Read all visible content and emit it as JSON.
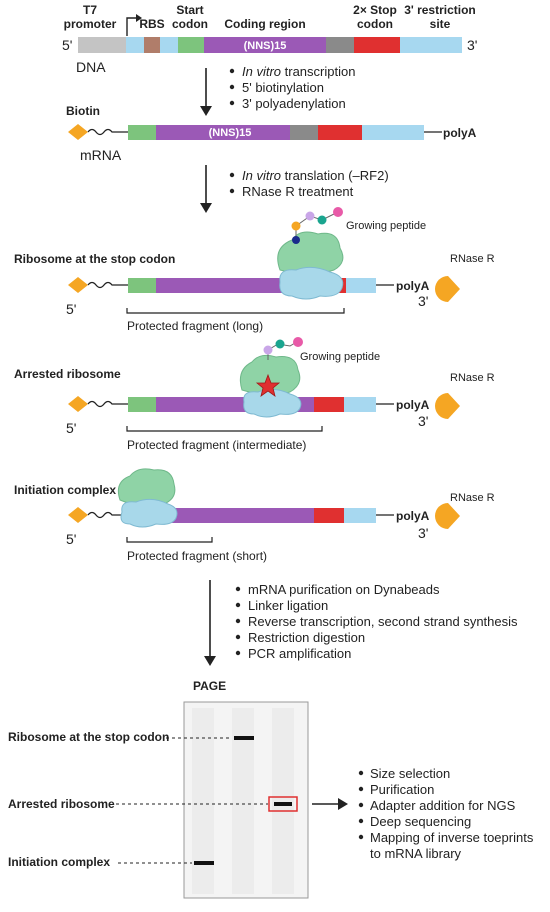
{
  "dna": {
    "header": {
      "t7_1": "T7",
      "t7_2": "promoter",
      "rbs": "RBS",
      "start_1": "Start",
      "start_2": "codon",
      "coding": "Coding region",
      "stop_1": "2× Stop",
      "stop_2": "codon",
      "restr_1": "3' restriction",
      "restr_2": "site"
    },
    "five": "5'",
    "three": "3'",
    "label": "DNA",
    "nns": "(NNS)15"
  },
  "steps1": [
    "In vitro transcription",
    "5' biotinylation",
    "3' polyadenylation"
  ],
  "steps1_italic": "In vitro",
  "steps1_first_rest": " transcription",
  "mrna": {
    "biotin": "Biotin",
    "label": "mRNA",
    "nns": "(NNS)15",
    "polya": "polyA"
  },
  "steps2_italic": "In vitro",
  "steps2_first_rest": " translation (–RF2)",
  "steps2_second": "RNase R treatment",
  "panels": {
    "stop": {
      "title": "Ribosome at the stop codon",
      "peptide": "Growing peptide",
      "rnase": "RNase R",
      "polya": "polyA",
      "five": "5'",
      "three": "3'",
      "fragment": "Protected fragment (long)"
    },
    "arrested": {
      "title": "Arrested ribosome",
      "peptide": "Growing peptide",
      "rnase": "RNase R",
      "polya": "polyA",
      "five": "5'",
      "three": "3'",
      "fragment": "Protected fragment (intermediate)"
    },
    "init": {
      "title": "Initiation complex",
      "rnase": "RNase R",
      "polya": "polyA",
      "five": "5'",
      "three": "3'",
      "fragment": "Protected fragment (short)"
    }
  },
  "steps3": [
    "mRNA purification on Dynabeads",
    "Linker ligation",
    "Reverse transcription, second strand synthesis",
    "Restriction digestion",
    "PCR amplification"
  ],
  "gel": {
    "title": "PAGE",
    "labels": [
      "Ribosome at the stop codon",
      "Arrested ribosome",
      "Initiation complex"
    ]
  },
  "steps4": [
    "Size selection",
    "Purification",
    "Adapter addition for NGS",
    "Deep sequencing",
    "Mapping of inverse toeprints",
    "to mRNA library"
  ],
  "colors": {
    "gray": "#c4c4c4",
    "light_blue": "#a7d8f0",
    "brown": "#b07d6a",
    "green": "#7dc47d",
    "purple": "#9b59b6",
    "dark_gray": "#8a8a8a",
    "red": "#e03030",
    "orange": "#f5a623",
    "ribosome_green": "#8fd3a6",
    "ribosome_blue": "#a8d8ea"
  }
}
